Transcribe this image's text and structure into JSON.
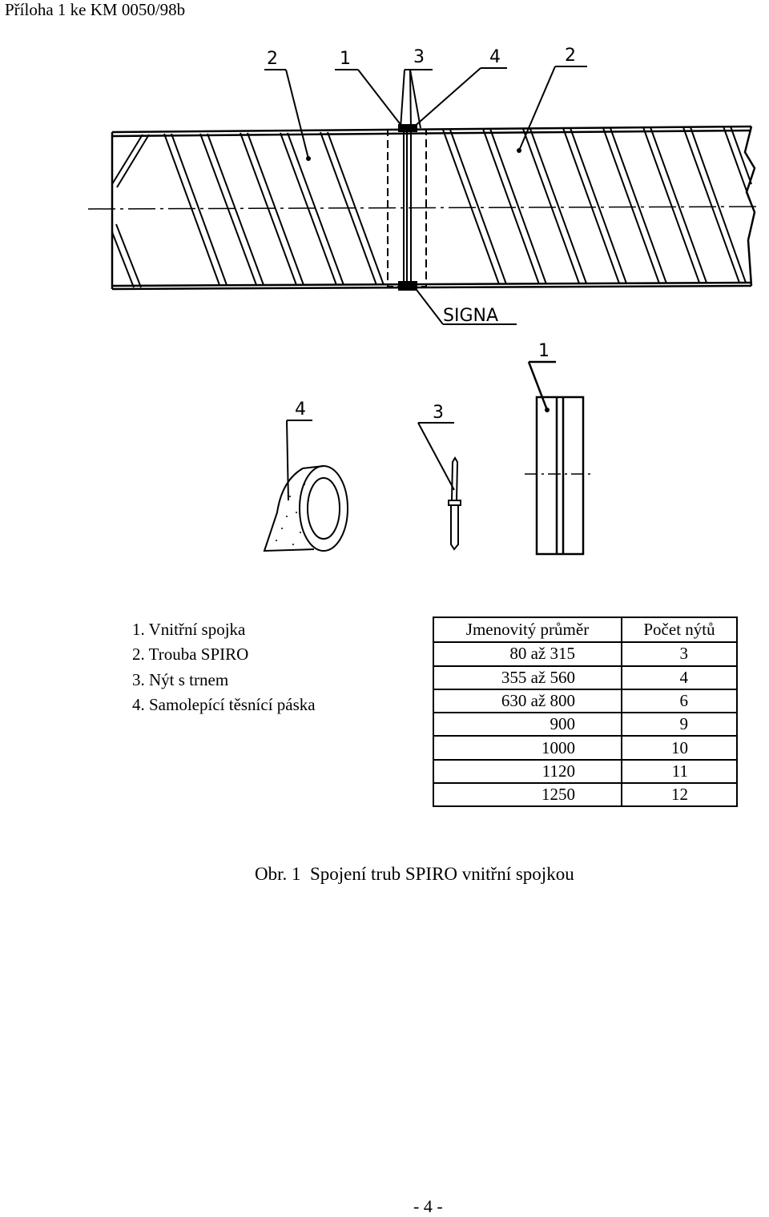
{
  "header": {
    "text": "Příloha 1 ke KM 0050/98b"
  },
  "drawing": {
    "callouts_top": [
      "2",
      "1",
      "3",
      "4",
      "2"
    ],
    "signa_label": "SIGNA",
    "callout_coupling": "1",
    "callout_rivet": "3",
    "callout_tape": "4"
  },
  "legend": {
    "items": [
      "1.  Vnitřní spojka",
      "2.  Trouba SPIRO",
      "3.  Nýt s trnem",
      "4.  Samolepící těsnící páska"
    ]
  },
  "table": {
    "headers": [
      "Jmenovitý  průměr",
      "Počet  nýtů"
    ],
    "rows": [
      [
        "80  až  315",
        "3"
      ],
      [
        "355  až  560",
        "4"
      ],
      [
        "630  až  800",
        "6"
      ],
      [
        "900",
        "9"
      ],
      [
        "1000",
        "10"
      ],
      [
        "1120",
        "11"
      ],
      [
        "1250",
        "12"
      ]
    ]
  },
  "caption": "Obr. 1  Spojení trub SPIRO vnitřní spojkou",
  "page_number": "- 4 -"
}
